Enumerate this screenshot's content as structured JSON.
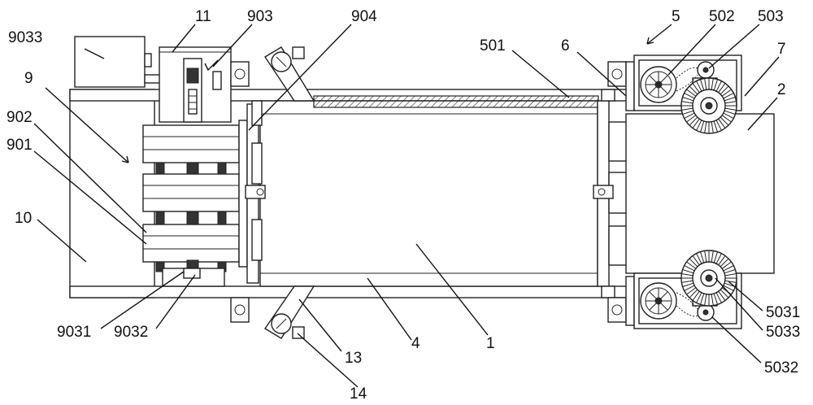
{
  "labels": [
    {
      "id": "9033",
      "text": "9033"
    },
    {
      "id": "11",
      "text": "11"
    },
    {
      "id": "903",
      "text": "903"
    },
    {
      "id": "904",
      "text": "904"
    },
    {
      "id": "5",
      "text": "5"
    },
    {
      "id": "502",
      "text": "502"
    },
    {
      "id": "503",
      "text": "503"
    },
    {
      "id": "9",
      "text": "9"
    },
    {
      "id": "501",
      "text": "501"
    },
    {
      "id": "6",
      "text": "6"
    },
    {
      "id": "7",
      "text": "7"
    },
    {
      "id": "2",
      "text": "2"
    },
    {
      "id": "902",
      "text": "902"
    },
    {
      "id": "901",
      "text": "901"
    },
    {
      "id": "10",
      "text": "10"
    },
    {
      "id": "9031",
      "text": "9031"
    },
    {
      "id": "9032",
      "text": "9032"
    },
    {
      "id": "13",
      "text": "13"
    },
    {
      "id": "4",
      "text": "4"
    },
    {
      "id": "1",
      "text": "1"
    },
    {
      "id": "5031",
      "text": "5031"
    },
    {
      "id": "5033",
      "text": "5033"
    },
    {
      "id": "5032",
      "text": "5032"
    },
    {
      "id": "14",
      "text": "14"
    }
  ]
}
